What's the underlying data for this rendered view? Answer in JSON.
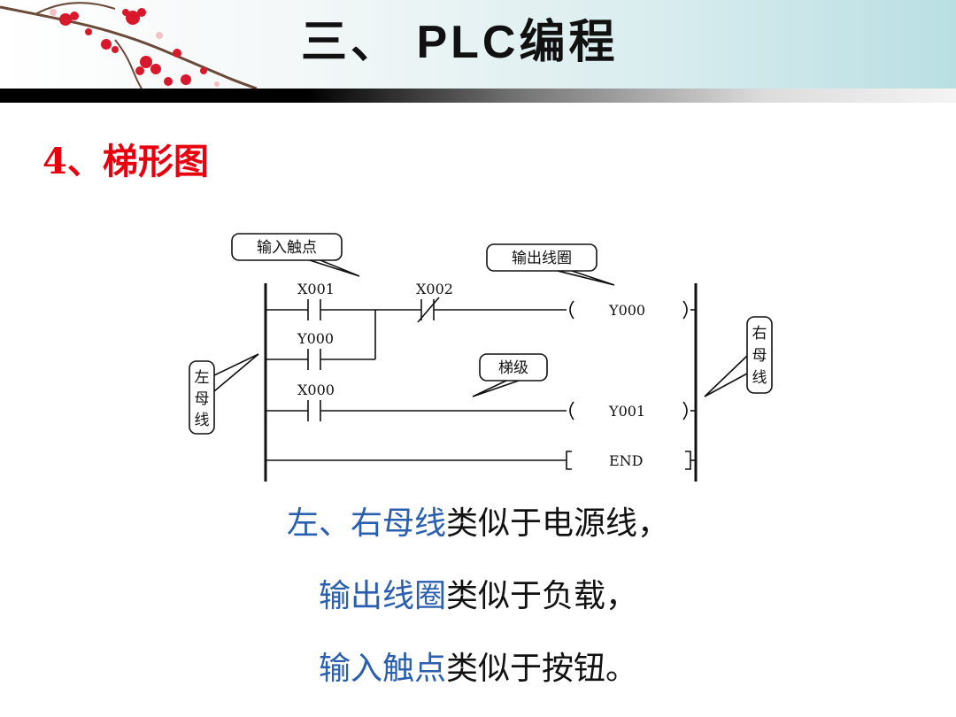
{
  "title": "三、 PLC编程",
  "section_heading": "4、梯形图",
  "diagram": {
    "callouts": {
      "input_contact": "输入触点",
      "output_coil": "输出线圈",
      "rung": "梯级",
      "left_bus": [
        "左",
        "母",
        "线"
      ],
      "right_bus": [
        "右",
        "母",
        "线"
      ]
    },
    "contacts": {
      "x001": "X001",
      "x002": "X002",
      "y000_latch": "Y000",
      "x000": "X000"
    },
    "coils": {
      "y000": "Y000",
      "y001": "Y001",
      "end": "END"
    }
  },
  "summary": [
    {
      "highlight": "左、右母线",
      "rest": "类似于电源线，"
    },
    {
      "highlight": "输出线圈",
      "rest": "类似于负载，"
    },
    {
      "highlight": "输入触点",
      "rest": "类似于按钮。"
    }
  ],
  "colors": {
    "heading": "#e8000f",
    "highlight": "#2a5fb0",
    "blossom": "#d8192b"
  }
}
